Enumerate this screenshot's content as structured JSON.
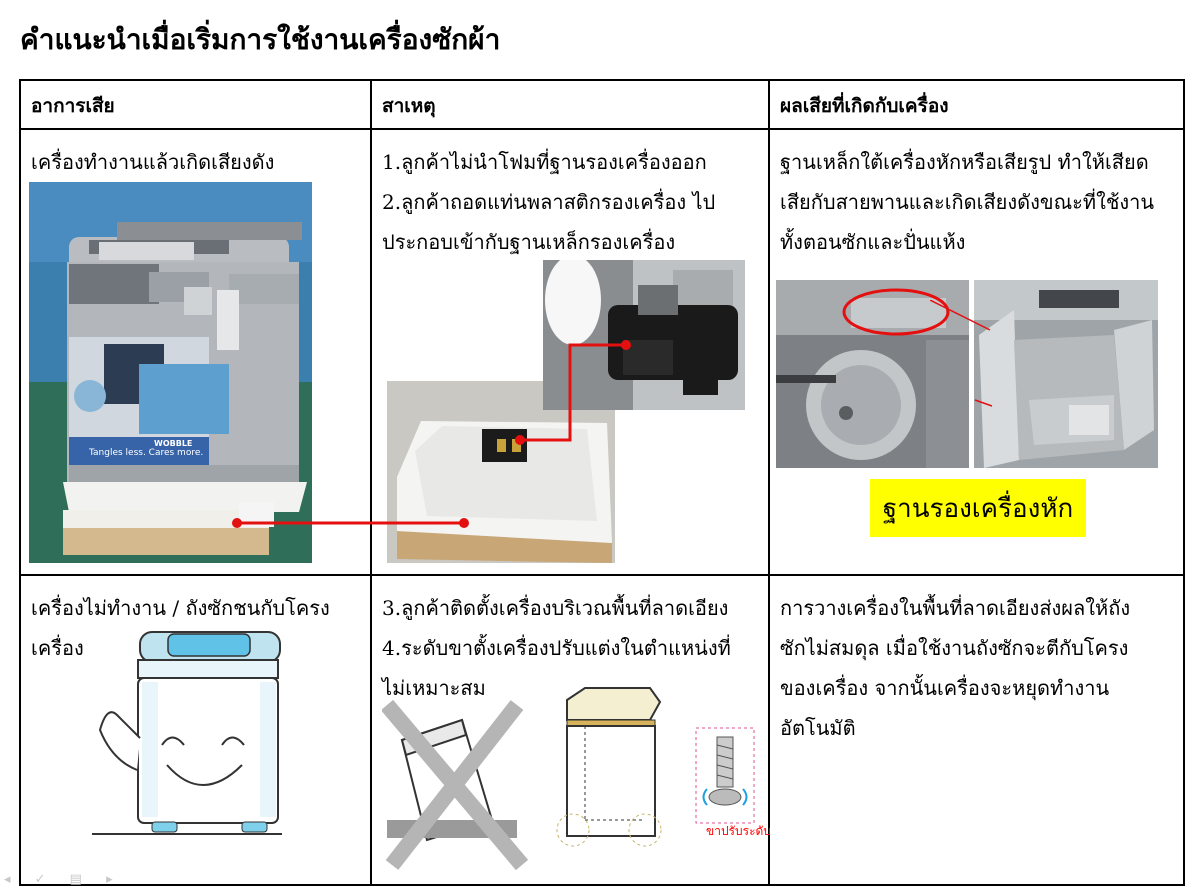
{
  "title": "คำแนะนำเมื่อเริ่มการใช้งานเครื่องซักผ้า",
  "headers": [
    "อาการเสีย",
    "สาเหตุ",
    "ผลเสียที่เกิดกับเครื่อง"
  ],
  "row1": {
    "symptom": "เครื่องทำงานแล้วเกิดเสียงดัง",
    "cause_lines": [
      "1.ลูกค้าไม่นำโฟมที่ฐานรองเครื่องออก",
      "2.ลูกค้าถอดแท่นพลาสติกรองเครื่อง ไป",
      "ประกอบเข้ากับฐานเหล็กรองเครื่อง"
    ],
    "effect_lines": [
      "ฐานเหล็กใต้เครื่องหักหรือเสียรูป ทำให้เสียด",
      "เสียกับสายพานและเกิดเสียงดังขณะที่ใช้งาน",
      "ทั้งตอนซักและปั่นแห้ง"
    ],
    "highlight_label": "ฐานรองเครื่องหัก",
    "machine_panel_text": "Tangles less. Cares more.",
    "machine_brand_text": "WOBBLE"
  },
  "row2": {
    "symptom_lines": [
      "เครื่องไม่ทำงาน / ถังซักชนกับโครง",
      "เครื่อง"
    ],
    "cause_lines": [
      "3.ลูกค้าติดตั้งเครื่องบริเวณพื้นที่ลาดเอียง",
      "4.ระดับขาตั้งเครื่องปรับแต่งในตำแหน่งที่",
      "ไม่เหมาะสม"
    ],
    "effect_lines": [
      "การวางเครื่องในพื้นที่ลาดเอียงส่งผลให้ถัง",
      "ซักไม่สมดุล เมื่อใช้งานถังซักจะตีกับโครง",
      "ของเครื่อง จากนั้นเครื่องจะหยุดทำงาน",
      "อัตโนมัติ"
    ],
    "leg_label": "ขาปรับระดับ"
  },
  "colors": {
    "highlight": "#ffff00",
    "connector": "#e00000"
  }
}
